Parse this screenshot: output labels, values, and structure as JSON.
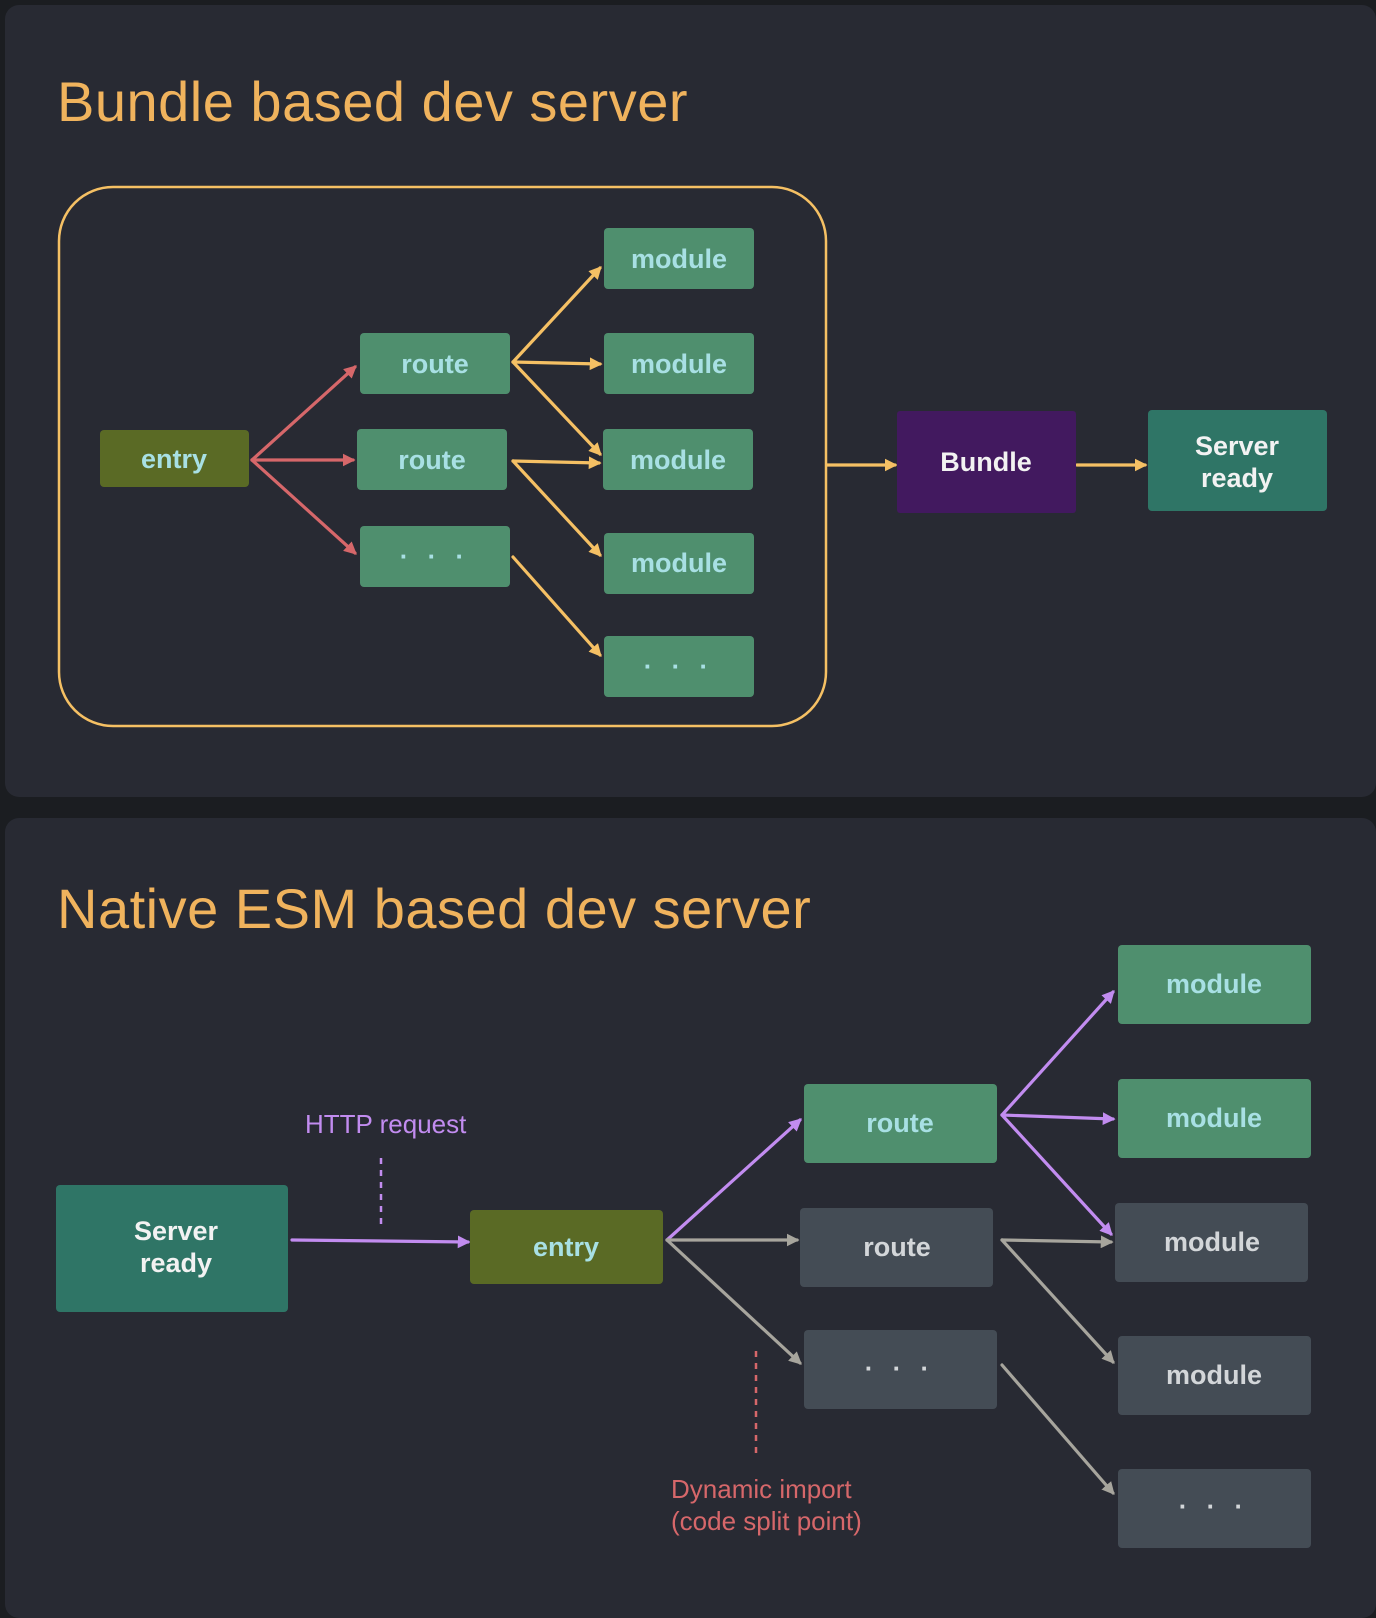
{
  "panels": [
    {
      "title": "Bundle based dev server",
      "nodes": {
        "entry": "entry",
        "route_1": "route",
        "route_2": "route",
        "route_more": "· · ·",
        "module_1": "module",
        "module_2": "module",
        "module_3": "module",
        "module_4": "module",
        "module_more": "· · ·",
        "bundle": "Bundle",
        "server_ready": "Server\nready"
      }
    },
    {
      "title": "Native ESM based dev server",
      "nodes": {
        "server_ready": "Server\nready",
        "entry": "entry",
        "route_1": "route",
        "route_2": "route",
        "route_more": "· · ·",
        "module_1": "module",
        "module_2": "module",
        "module_3": "module",
        "module_4": "module",
        "module_more": "· · ·"
      },
      "annotations": {
        "http_request": "HTTP request",
        "dynamic_import": "Dynamic import\n(code split point)"
      }
    }
  ],
  "colors": {
    "orange": "#f5c064",
    "red": "#d6676a",
    "purple": "#c28cf0",
    "gray": "#a7a59d",
    "green": "#4f8f6e",
    "dark_green": "#2f7566",
    "olive": "#5a6a25",
    "violet": "#42195f",
    "slate": "#444c55",
    "label_light": "#a8e0e4",
    "label_white": "#f2f2f2",
    "label_gray": "#d3d6d9"
  }
}
